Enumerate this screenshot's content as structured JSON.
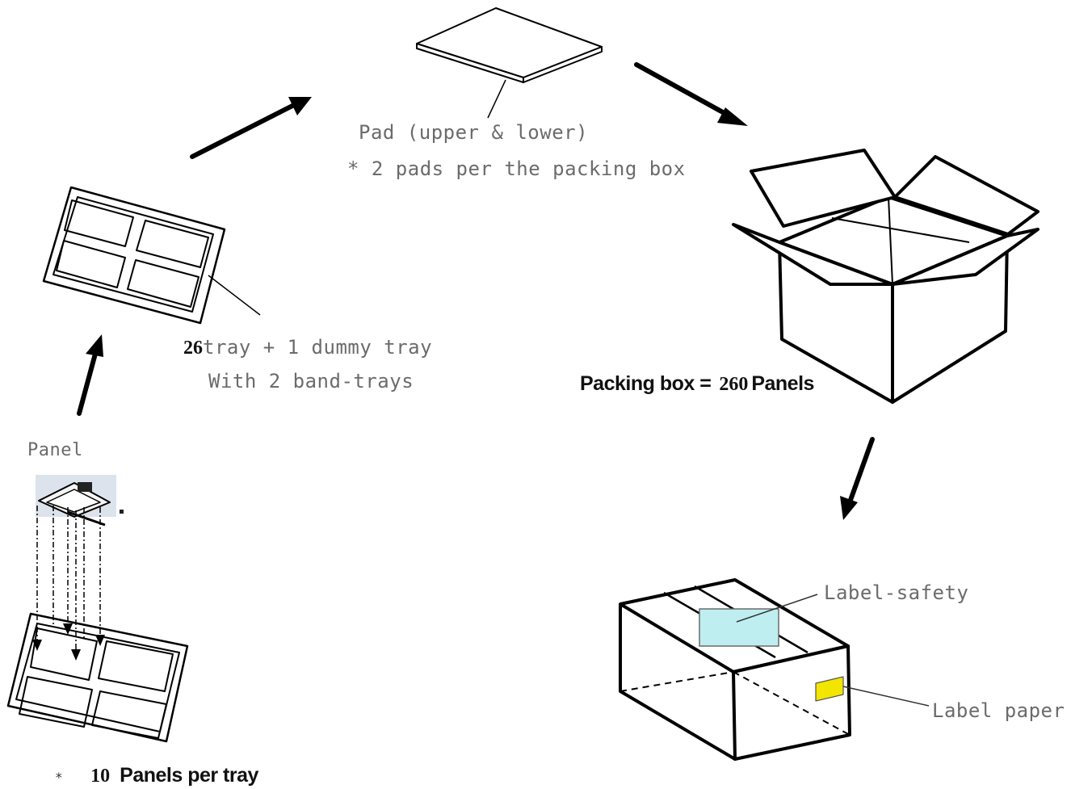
{
  "labels": {
    "pad_title": "Pad (upper & lower)",
    "pad_note": "* 2 pads per the packing box",
    "tray_count": "26",
    "tray_text": "tray + 1 dummy tray",
    "band_trays": "With 2 band-trays",
    "box_text": "Packing box =",
    "box_count": "260",
    "box_unit": "Panels",
    "panel": "Panel",
    "panel_bullet": "*",
    "panel_count": "10",
    "panel_text": "Panels per tray",
    "label_safety": "Label-safety",
    "label_paper": "Label paper"
  },
  "colors": {
    "stroke": "#000000",
    "text_gray": "#6b6b6b",
    "label_safety": "#bfeef0",
    "label_paper": "#f2e600"
  }
}
